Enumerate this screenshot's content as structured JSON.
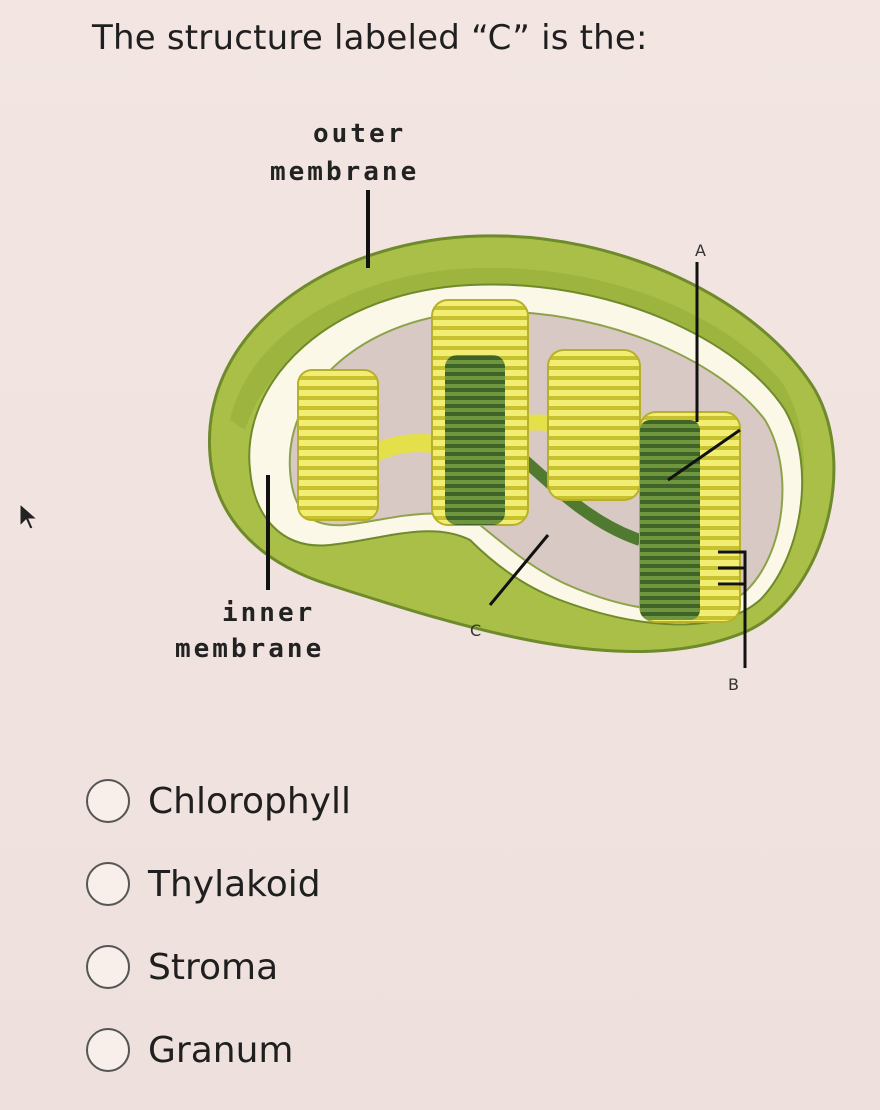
{
  "question": "The structure labeled “C” is the:",
  "diagram": {
    "outer_label_line1": "outer",
    "outer_label_line2": "membrane",
    "inner_label_line1": "inner",
    "inner_label_line2": "membrane",
    "label_a": "A",
    "label_b": "B",
    "label_c": "C",
    "colors": {
      "outer_membrane": "#a9bf47",
      "stroma": "#d9c9c4",
      "granum": "#e3e04a",
      "thylakoid_dark": "#4f7a2f"
    }
  },
  "options": [
    {
      "label": "Chlorophyll",
      "selected": false
    },
    {
      "label": "Thylakoid",
      "selected": false
    },
    {
      "label": "Stroma",
      "selected": false
    },
    {
      "label": "Granum",
      "selected": false
    }
  ],
  "icons": {
    "cursor": "mouse-pointer-icon",
    "radio": "radio-button-icon"
  }
}
